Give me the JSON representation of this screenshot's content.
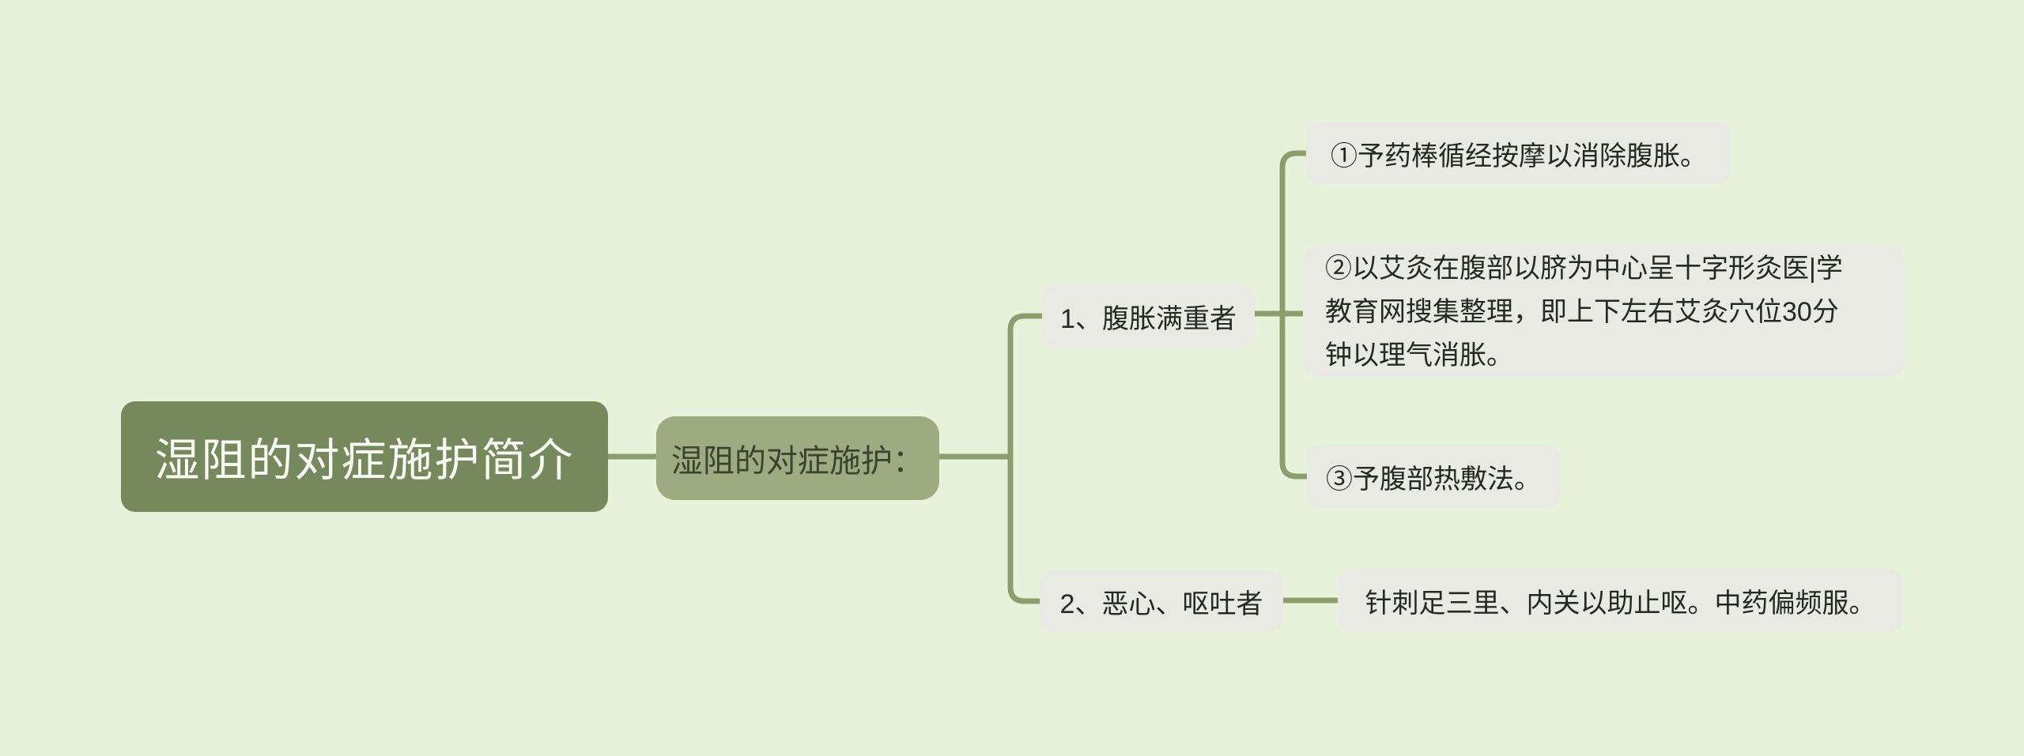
{
  "canvas": {
    "background_color": "#e6f3da",
    "connector_color": "#8b9f6d"
  },
  "mindmap": {
    "root": {
      "label": "湿阻的对症施护简介",
      "bg_color": "#76895c",
      "text_color": "#f8faf3"
    },
    "topic": {
      "label": "湿阻的对症施护：",
      "bg_color": "#9cab80",
      "text_color": "#39432e"
    },
    "node_style": {
      "bg_color": "#e9eae3",
      "text_color": "#252b1c"
    },
    "branches": [
      {
        "label": "1、腹胀满重者",
        "children": [
          {
            "label": "①予药棒循经按摩以消除腹胀。"
          },
          {
            "lines": [
              "②以艾灸在腹部以脐为中心呈十字形灸医|学",
              "教育网搜集整理，即上下左右艾灸穴位30分",
              "钟以理气消胀。"
            ]
          },
          {
            "label": "③予腹部热敷法。"
          }
        ]
      },
      {
        "label": "2、恶心、呕吐者",
        "children": [
          {
            "label": "针刺足三里、内关以助止呕。中药偏频服。"
          }
        ]
      }
    ]
  }
}
